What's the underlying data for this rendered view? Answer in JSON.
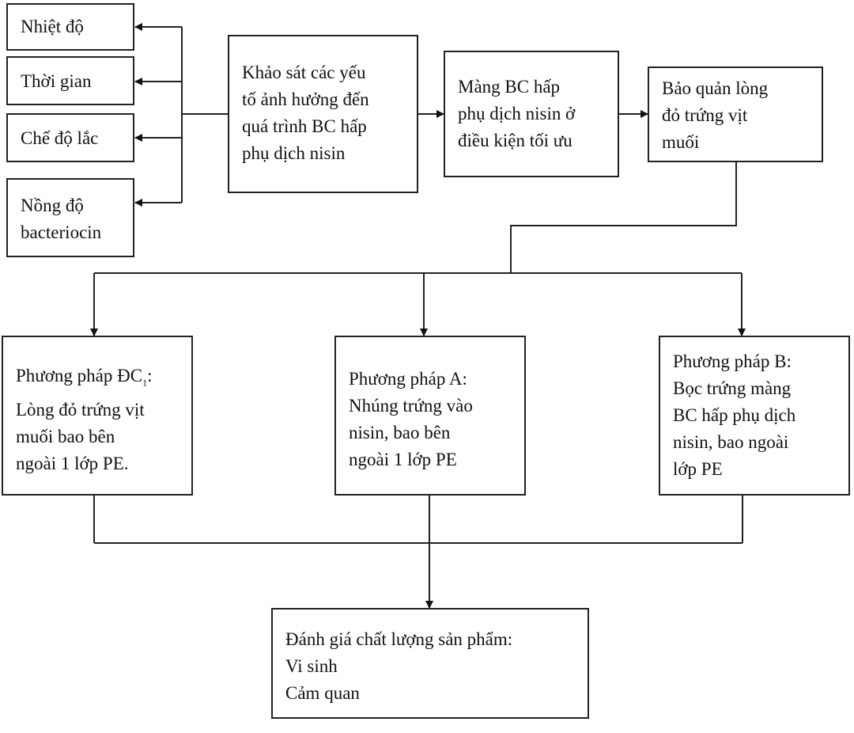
{
  "factors": {
    "temperature": "Nhiệt độ",
    "time": "Thời gian",
    "shaking": "Chế độ lắc",
    "concentration_1": "Nồng độ",
    "concentration_2": "bacteriocin"
  },
  "survey": [
    "Khảo sát các yếu",
    "tố ảnh hưởng đến",
    "quá trình BC hấp",
    "phụ dịch nisin"
  ],
  "membrane": [
    "Màng BC hấp",
    "phụ dịch nisin ở",
    "điều kiện tối ưu"
  ],
  "preserve": [
    "Bảo quản lòng",
    "đỏ trứng vịt",
    "muối"
  ],
  "method_dc": {
    "title_main": "Phương pháp ĐC",
    "title_sub": "1",
    "title_end": ":",
    "lines": [
      "Lòng đỏ trứng vịt",
      "muối bao bên",
      "ngoài 1 lớp PE."
    ]
  },
  "method_a": [
    "Phương pháp A:",
    "Nhúng trứng vào",
    "nisin, bao bên",
    "ngoài 1 lớp PE"
  ],
  "method_b": [
    "Phương pháp B:",
    "Bọc trứng màng",
    "BC hấp phụ dịch",
    "nisin, bao ngoài",
    "lớp PE"
  ],
  "evaluation": [
    "Đánh giá chất lượng sản phẩm:",
    "Vi sinh",
    "Cảm quan"
  ]
}
